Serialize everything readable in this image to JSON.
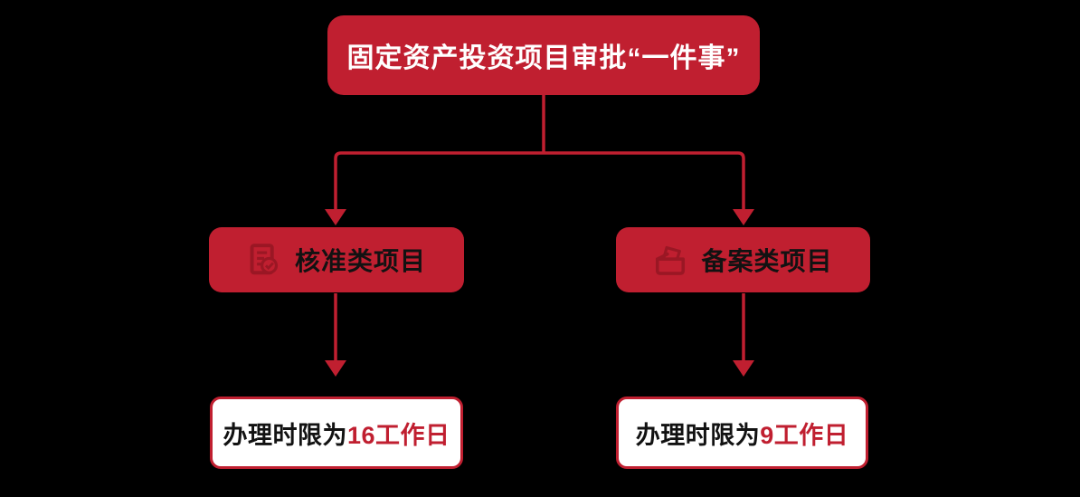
{
  "colors": {
    "background": "#000000",
    "primary_red": "#c01f30",
    "icon_red": "#9a1724",
    "text_dark": "#121212",
    "text_light": "#ffffff",
    "result_bg": "#ffffff"
  },
  "flowchart": {
    "root": {
      "label": "固定资产投资项目审批“一件事”"
    },
    "branches": [
      {
        "label": "核准类项目",
        "icon": "document-check-icon",
        "result": {
          "prefix": "办理时限为",
          "highlight": "16工作日"
        }
      },
      {
        "label": "备案类项目",
        "icon": "archive-box-icon",
        "result": {
          "prefix": "办理时限为",
          "highlight": "9工作日"
        }
      }
    ]
  }
}
